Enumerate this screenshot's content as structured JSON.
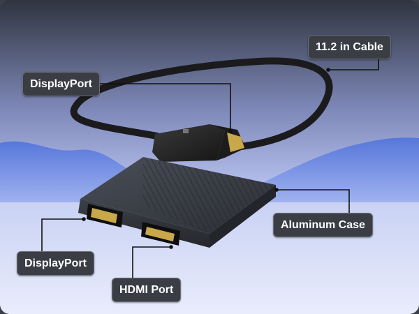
{
  "labels": {
    "cable": "11.2 in Cable",
    "displayport_top": "DisplayPort",
    "aluminum_case": "Aluminum Case",
    "displayport_bottom": "DisplayPort",
    "hdmi_port": "HDMI Port"
  },
  "colors": {
    "background_top": "#2f3440",
    "background_mid": "#a9b4e6",
    "mountain": "#5d7fe0",
    "callout_bg": "#3b3d45",
    "callout_text": "#ffffff",
    "leader_line": "#111111",
    "case_metal": "#3a3d44"
  }
}
